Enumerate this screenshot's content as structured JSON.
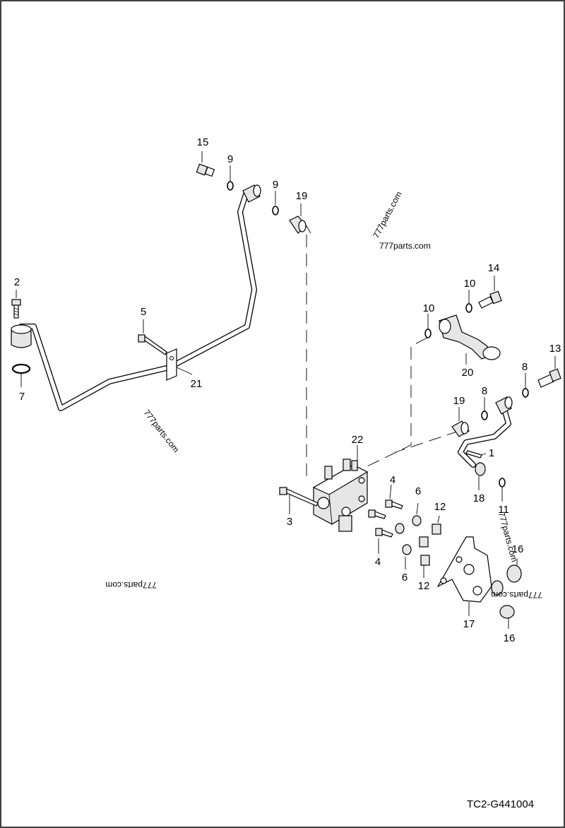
{
  "drawing": {
    "code": "TC2-G441004",
    "watermark": "777parts.com",
    "border_color": "#000000",
    "background": "#ffffff"
  },
  "callouts": {
    "c1": "1",
    "c2": "2",
    "c3": "3",
    "c4a": "4",
    "c4b": "4",
    "c5": "5",
    "c6a": "6",
    "c6b": "6",
    "c7": "7",
    "c8a": "8",
    "c8b": "8",
    "c9a": "9",
    "c9b": "9",
    "c10a": "10",
    "c10b": "10",
    "c11": "11",
    "c12a": "12",
    "c12b": "12",
    "c13": "13",
    "c14": "14",
    "c15": "15",
    "c16a": "16",
    "c16b": "16",
    "c17": "17",
    "c18": "18",
    "c19a": "19",
    "c19b": "19",
    "c20": "20",
    "c21": "21",
    "c22": "22"
  }
}
